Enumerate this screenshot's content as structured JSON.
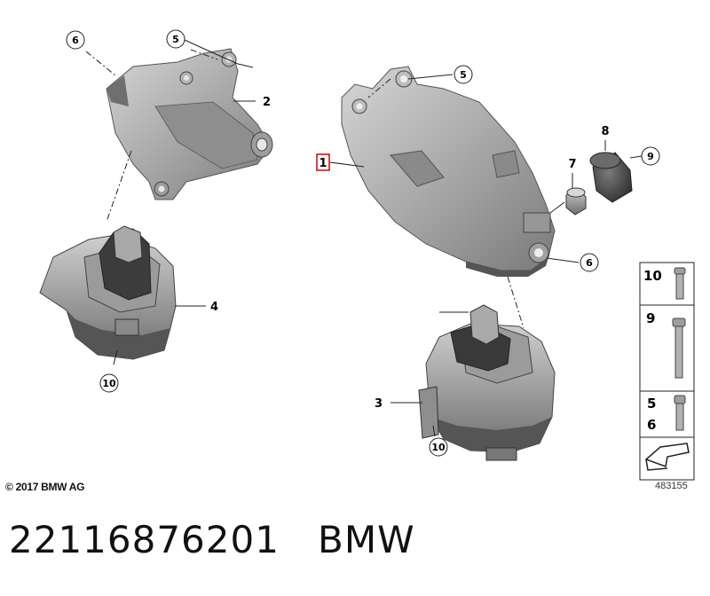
{
  "callouts": {
    "c6a": "6",
    "c5a": "5",
    "c2": "2",
    "c4": "4",
    "c10a": "10",
    "c5b": "5",
    "c1": "1",
    "c8": "8",
    "c7": "7",
    "c9": "9",
    "c6b": "6",
    "c3": "3",
    "c10b": "10"
  },
  "legend": {
    "row1": "10",
    "row2": "9",
    "row3a": "5",
    "row3b": "6"
  },
  "copyright": "© 2017 BMW AG",
  "ref_number": "483155",
  "footer": {
    "part_number": "22116876201",
    "brand": "BMW"
  },
  "colors": {
    "part_fill": "#b8b8b8",
    "part_dark": "#5a5a5a",
    "highlight": "#d00000"
  }
}
